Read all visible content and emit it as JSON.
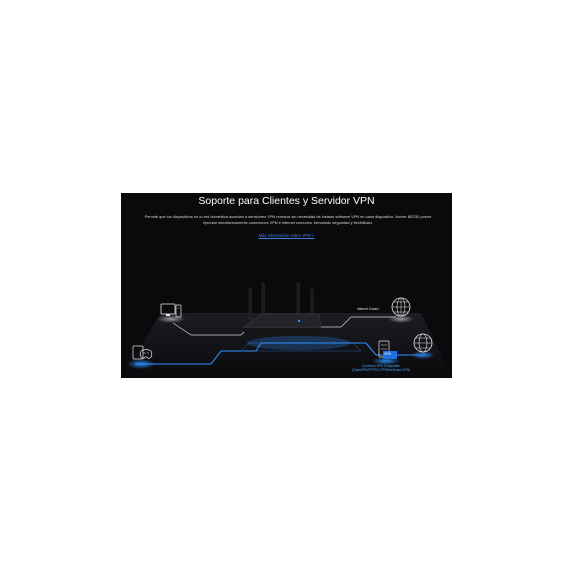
{
  "section": {
    "title": "Soporte para Clientes y Servidor VPN",
    "description_line1": "Permite que los dispositivos en tu red doméstica accedan a servidores VPN remotos sin necesidad de instalar software VPN en cada dispositivo. Archer BE230 puede",
    "description_line2": "ejecutar simultáneamente conexiones VPN e internet comunes, brindando seguridad y flexibilidad.",
    "more_link": "Más información sobre VPN >"
  },
  "diagram": {
    "internet_label": "Internet Común",
    "vpn_badge": "VPN",
    "vpn_label_line1": "Conexión VPN Compatible",
    "vpn_label_line2": "(OpenVPN/PPTP/L2TP/WireGuard VPN)"
  },
  "colors": {
    "background": "#0a0a0c",
    "accent_blue": "#2f8fff",
    "line_white": "#d0d0d0"
  }
}
